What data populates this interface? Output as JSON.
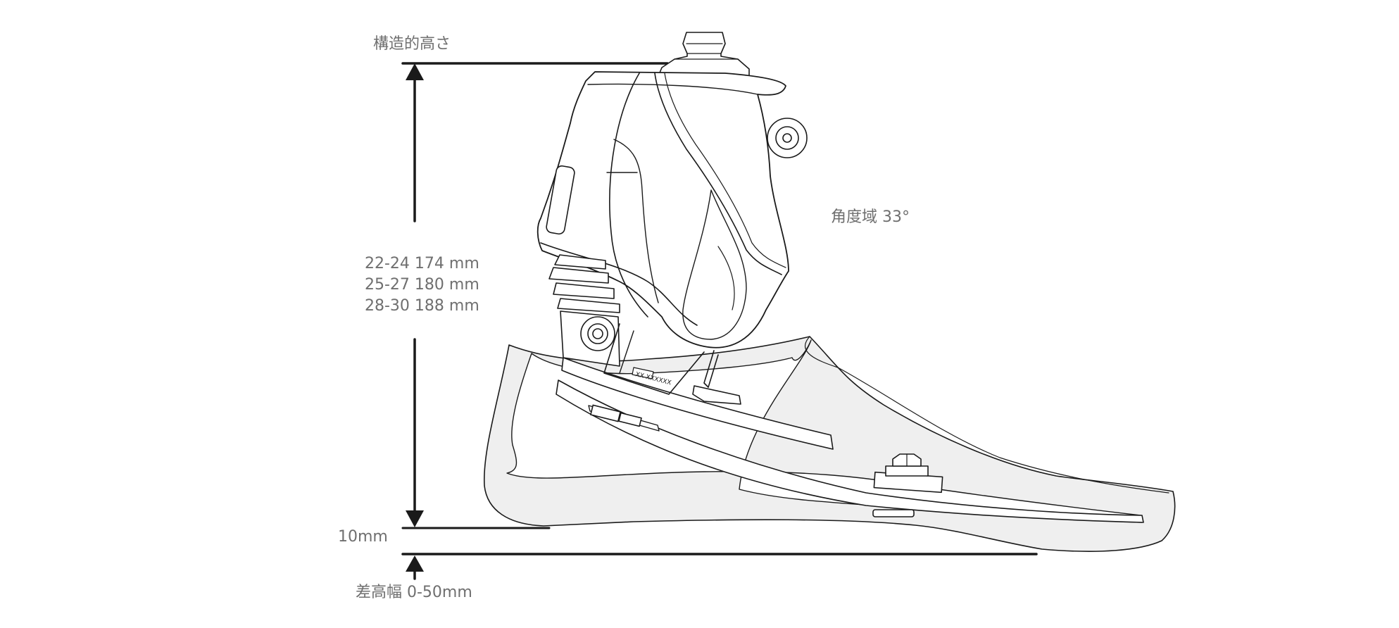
{
  "labels": {
    "structural_height": "構造的高さ",
    "angle_range": "角度域 33°",
    "height_rows": [
      "22-24 174 mm",
      "25-27 180 mm",
      "28-30 188 mm"
    ],
    "sole_thickness": "10mm",
    "heel_height_range": "差高幅 0-50mm",
    "serial_marking": "XX XXXXXX"
  },
  "colors": {
    "line": "#1a1a1a",
    "text": "#6f6f6f",
    "cover_fill": "#efefef",
    "background": "#ffffff"
  }
}
